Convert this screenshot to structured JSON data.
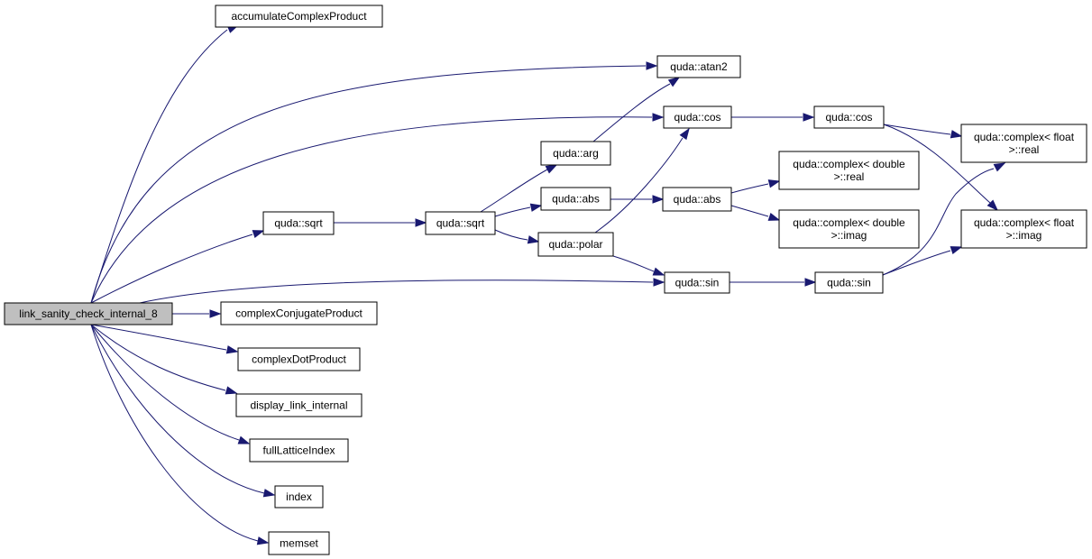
{
  "graph": {
    "nodes": [
      {
        "id": "root",
        "label": "link_sanity_check_internal_8",
        "is_root": true
      },
      {
        "id": "acc",
        "label": "accumulateComplexProduct"
      },
      {
        "id": "atan2",
        "label": "quda::atan2"
      },
      {
        "id": "cos1",
        "label": "quda::cos"
      },
      {
        "id": "cos2",
        "label": "quda::cos"
      },
      {
        "id": "cfreal",
        "label": [
          "quda::complex< float",
          ">::real"
        ]
      },
      {
        "id": "arg",
        "label": "quda::arg"
      },
      {
        "id": "cdreal",
        "label": [
          "quda::complex< double",
          ">::real"
        ]
      },
      {
        "id": "abs1",
        "label": "quda::abs"
      },
      {
        "id": "abs2",
        "label": "quda::abs"
      },
      {
        "id": "sqrt1",
        "label": "quda::sqrt"
      },
      {
        "id": "sqrt2",
        "label": "quda::sqrt"
      },
      {
        "id": "cdimag",
        "label": [
          "quda::complex< double",
          ">::imag"
        ]
      },
      {
        "id": "cfimag",
        "label": [
          "quda::complex< float",
          ">::imag"
        ]
      },
      {
        "id": "polar",
        "label": "quda::polar"
      },
      {
        "id": "sin1",
        "label": "quda::sin"
      },
      {
        "id": "sin2",
        "label": "quda::sin"
      },
      {
        "id": "ccp",
        "label": "complexConjugateProduct"
      },
      {
        "id": "cdp",
        "label": "complexDotProduct"
      },
      {
        "id": "dli",
        "label": "display_link_internal"
      },
      {
        "id": "fli",
        "label": "fullLatticeIndex"
      },
      {
        "id": "index",
        "label": "index"
      },
      {
        "id": "memset",
        "label": "memset"
      }
    ],
    "edges": [
      {
        "from": "root",
        "to": "acc"
      },
      {
        "from": "root",
        "to": "atan2"
      },
      {
        "from": "root",
        "to": "cos1"
      },
      {
        "from": "root",
        "to": "sqrt1"
      },
      {
        "from": "root",
        "to": "sin1"
      },
      {
        "from": "root",
        "to": "ccp"
      },
      {
        "from": "root",
        "to": "cdp"
      },
      {
        "from": "root",
        "to": "dli"
      },
      {
        "from": "root",
        "to": "fli"
      },
      {
        "from": "root",
        "to": "index"
      },
      {
        "from": "root",
        "to": "memset"
      },
      {
        "from": "cos1",
        "to": "cos2"
      },
      {
        "from": "cos2",
        "to": "cfreal"
      },
      {
        "from": "cos2",
        "to": "cfimag"
      },
      {
        "from": "sqrt1",
        "to": "sqrt2"
      },
      {
        "from": "sqrt2",
        "to": "arg"
      },
      {
        "from": "sqrt2",
        "to": "abs1"
      },
      {
        "from": "sqrt2",
        "to": "polar"
      },
      {
        "from": "arg",
        "to": "atan2"
      },
      {
        "from": "abs1",
        "to": "abs2"
      },
      {
        "from": "abs2",
        "to": "cdreal"
      },
      {
        "from": "abs2",
        "to": "cdimag"
      },
      {
        "from": "polar",
        "to": "cos1"
      },
      {
        "from": "polar",
        "to": "sin1"
      },
      {
        "from": "sin1",
        "to": "sin2"
      },
      {
        "from": "sin2",
        "to": "cfreal"
      },
      {
        "from": "sin2",
        "to": "cfimag"
      }
    ],
    "colors": {
      "edge": "#191970",
      "node_border": "#000000",
      "node_fill": "#ffffff",
      "root_fill": "#bfbfbf"
    }
  }
}
